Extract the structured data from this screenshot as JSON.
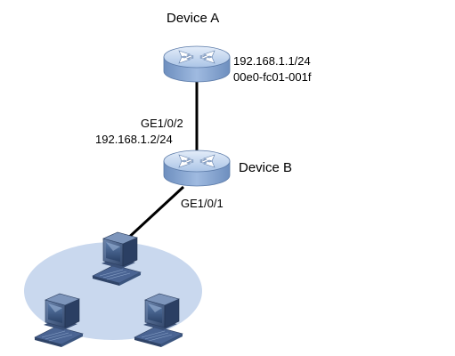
{
  "device_a": {
    "name": "Device A",
    "ip": "192.168.1.1/24",
    "mac": "00e0-fc01-001f",
    "icon": "switch-icon"
  },
  "device_b": {
    "name": "Device B",
    "uplink_port": "GE1/0/2",
    "uplink_ip": "192.168.1.2/24",
    "downlink_port": "GE1/0/1",
    "icon": "switch-icon"
  },
  "lan": {
    "hosts": [
      {
        "icon": "computer-icon"
      },
      {
        "icon": "computer-icon"
      },
      {
        "icon": "computer-icon"
      }
    ]
  },
  "colors": {
    "switch_body": "#8faed6",
    "switch_top": "#c9daf0",
    "lan_ellipse": "#c9d8ee",
    "link": "#000000",
    "computer_body": "#3f5a84"
  }
}
